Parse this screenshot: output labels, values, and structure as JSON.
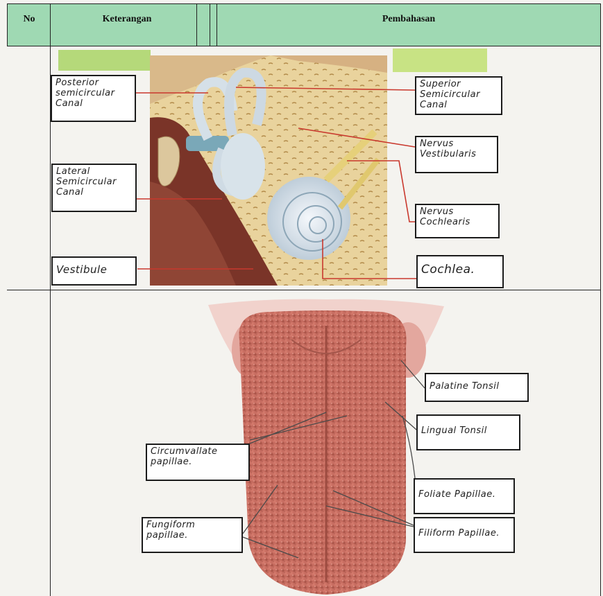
{
  "table": {
    "header": {
      "no": "No",
      "keterangan": "Keterangan",
      "pembahasan": "Pembahasan"
    },
    "accent_green": "#9fd9b3",
    "highlight_color": "#b5d97a"
  },
  "ear": {
    "labels": {
      "posterior": "Posterior\nsemicircular\nCanal",
      "superior": "Superior\nSemicircular\nCanal",
      "vestibular_nerve": "Nervus\nVestibularis",
      "lateral": "Lateral\nSemicircular\nCanal",
      "cochlear_nerve": "Nervus\nCochlearis",
      "vestibule": "Vestibule",
      "cochlea": "Cochlea."
    }
  },
  "tongue": {
    "labels": {
      "palatine": "Palatine Tonsil",
      "lingual": "Lingual Tonsil",
      "circumvallate": "Circumvallate\npapillae.",
      "foliate": "Foliate Papillae.",
      "fungiform": "Fungiform\npapillae.",
      "filiform": "Filiform Papillae."
    }
  }
}
